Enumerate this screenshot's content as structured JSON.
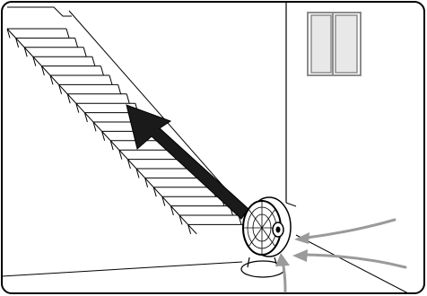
{
  "diagram": {
    "elements": [
      {
        "name": "room-frame",
        "type": "rounded-rectangle"
      },
      {
        "name": "back-wall-corner",
        "type": "line"
      },
      {
        "name": "floor-line",
        "type": "line"
      },
      {
        "name": "staircase",
        "type": "steps"
      },
      {
        "name": "window",
        "type": "double-pane-window"
      },
      {
        "name": "floor-fan",
        "type": "fan"
      },
      {
        "name": "airflow-arrow-up-stairs",
        "type": "arrow",
        "direction": "up-left"
      },
      {
        "name": "intake-air-arrows",
        "type": "arrows",
        "direction": "toward-fan"
      }
    ],
    "colors": {
      "outline": "#000000",
      "main_arrow": "#1a1a1a",
      "air_arrows": "#9a9a9a",
      "window_frame": "#8c8c8c",
      "window_fill": "#e8e8e8",
      "background": "#ffffff"
    }
  }
}
